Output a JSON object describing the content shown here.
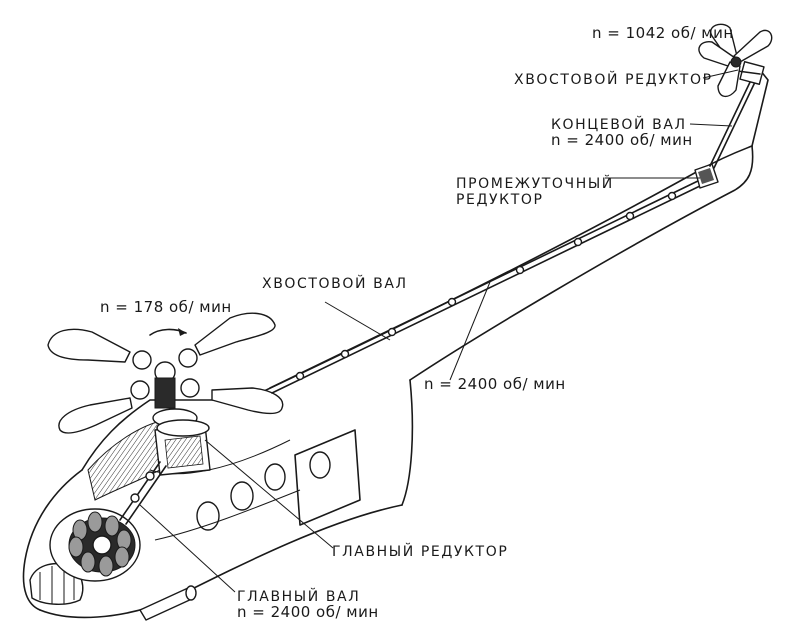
{
  "labels": {
    "tail_rotor_speed": "n = 1042 об/ мин",
    "tail_gearbox": "ХВОСТОВОЙ РЕДУКТОР",
    "end_shaft": "КОНЦЕВОЙ ВАЛ",
    "end_shaft_speed": "n = 2400 об/ мин",
    "intermediate_gearbox_line1": "ПРОМЕЖУТОЧНЫЙ",
    "intermediate_gearbox_line2": "РЕДУКТОР",
    "tail_shaft": "ХВОСТОВОЙ ВАЛ",
    "main_rotor_speed": "n = 178 об/ мин",
    "tail_shaft_speed": "n = 2400 об/ мин",
    "main_gearbox": "ГЛАВНЫЙ РЕДУКТОР",
    "main_shaft": "ГЛАВНЫЙ ВАЛ",
    "main_shaft_speed": "n = 2400 об/ мин"
  }
}
